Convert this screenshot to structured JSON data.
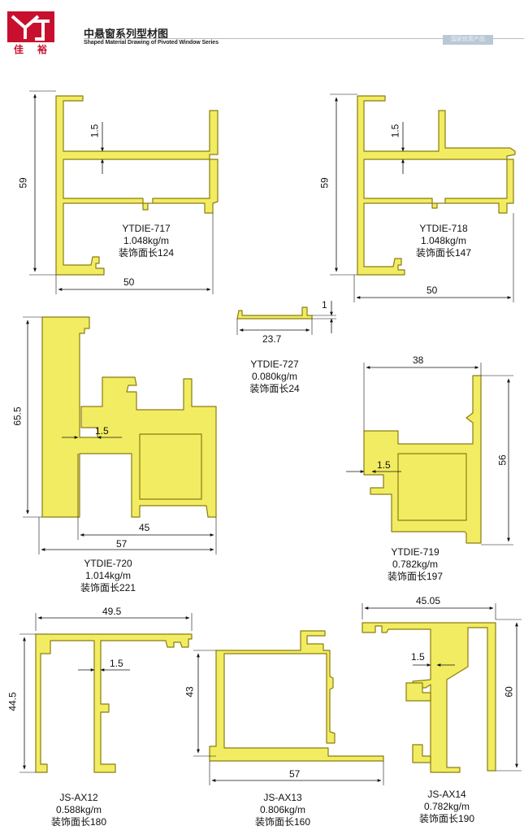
{
  "header": {
    "logo_text_left": "佳",
    "logo_text_right": "裕",
    "title_cn": "中悬窗系列型材图",
    "title_en": "Shaped Material Drawing of Pivoted Window Series",
    "badge": "国家优质产品"
  },
  "colors": {
    "profile_fill": "#f2ec62",
    "profile_stroke": "#8a7d10",
    "logo_red": "#c8102e"
  },
  "profiles": [
    {
      "model": "YTDIE-717",
      "weight": "1.048kg/m",
      "face": "装饰面长124",
      "dims": {
        "height": "59",
        "width": "50",
        "wall": "1.5"
      }
    },
    {
      "model": "YTDIE-718",
      "weight": "1.048kg/m",
      "face": "装饰面长147",
      "dims": {
        "height": "59",
        "width": "50",
        "wall": "1.5"
      }
    },
    {
      "model": "YTDIE-727",
      "weight": "0.080kg/m",
      "face": "装饰面长24",
      "dims": {
        "width": "23.7",
        "height": "1"
      }
    },
    {
      "model": "YTDIE-720",
      "weight": "1.014kg/m",
      "face": "装饰面长221",
      "dims": {
        "height": "65.5",
        "width": "57",
        "inner": "45",
        "wall": "1.5"
      }
    },
    {
      "model": "YTDIE-719",
      "weight": "0.782kg/m",
      "face": "装饰面长197",
      "dims": {
        "height": "56",
        "width": "38",
        "wall": "1.5"
      }
    },
    {
      "model": "JS-AX12",
      "weight": "0.588kg/m",
      "face": "装饰面长180",
      "dims": {
        "height": "44.5",
        "width": "49.5",
        "wall": "1.5"
      }
    },
    {
      "model": "JS-AX13",
      "weight": "0.806kg/m",
      "face": "装饰面长160",
      "dims": {
        "height": "43",
        "width": "57"
      }
    },
    {
      "model": "JS-AX14",
      "weight": "0.782kg/m",
      "face": "装饰面长190",
      "dims": {
        "height": "60",
        "width": "45.05",
        "wall": "1.5"
      }
    }
  ]
}
